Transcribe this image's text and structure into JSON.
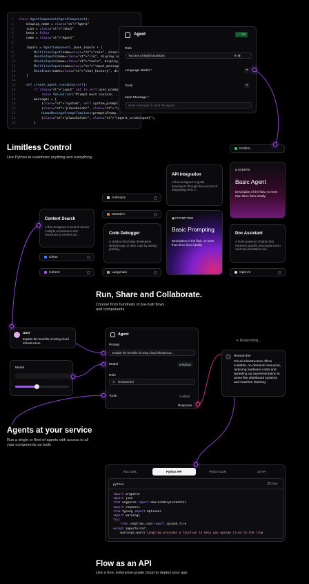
{
  "colors": {
    "accent": "#a855f7",
    "pink": "#ec4899",
    "green": "#22c55e",
    "bg": "#000000"
  },
  "code_card": {
    "lines": [
      [
        "1",
        "class AgentComponent(AgentComponent):"
      ],
      [
        "2",
        "    display_name = \"Agent\""
      ],
      [
        "3",
        "    icon = \"robot\""
      ],
      [
        "4",
        "    beta = False"
      ],
      [
        "5",
        "    name = \"Agent\""
      ],
      [
        "6",
        ""
      ],
      [
        "7",
        "    inputs = AgentComponent._base_inputs + ["
      ],
      [
        "8",
        "        MultilineInput(name=\"role\", display_name=..."
      ],
      [
        "9",
        "        HandleInput(name=\"llm\", display_name=\"Language..."
      ],
      [
        "10",
        "        HandleInput(name=\"tools\", display_name=\"Tools\"..."
      ],
      [
        "11",
        "        MultilineInput(name=\"input_message\", disp..."
      ],
      [
        "12",
        "        DataInput(name=\"chat_history\", display_nam..."
      ],
      [
        "13",
        "    ]"
      ],
      [
        "14",
        ""
      ],
      [
        "15",
        "    def create_agent_runnable(self):"
      ],
      [
        "16",
        "        if \"input\" not in self.user_prompt:"
      ],
      [
        "17",
        "            raise ValueError(\"Prompt must contain..."
      ],
      [
        "18",
        "        messages = ["
      ],
      [
        "19",
        "            (\"system\", self.system_prompt),"
      ],
      [
        "20",
        "            (\"placeholder\", \"{chat_history}\"),"
      ],
      [
        "21",
        "            HumanMessagePromptTemplate(prompt=Promp..."
      ],
      [
        "22",
        "            (\"placeholder\", \"{agent_scratchpad}\"),"
      ],
      [
        "23",
        "        ]"
      ]
    ]
  },
  "agent_card": {
    "title": "Agent",
    "badge": "Llm",
    "role_label": "Role",
    "role_value": "You are a helpful assistant",
    "llm_label": "Language Model *",
    "tools_label": "Tools",
    "input_label": "Input Message *",
    "input_placeholder": "Enter message to send the agent..."
  },
  "nvidia_pill": "NVIDIA",
  "section1": {
    "title": "Limitless Control",
    "subtitle": "Use Python to customize anything and everything"
  },
  "flows": {
    "content_search": {
      "title": "Content Search",
      "desc": "A flow designed to search across multiple repositories and resources to retrieve an..."
    },
    "anthropic": "Anthropic",
    "mistral": "MistralAI",
    "code_debugger": {
      "title": "Code Debugger",
      "desc": "A chatbot that helps developers identify bugs in their code by asking probing..."
    },
    "langchain": "Langchain",
    "api_integration": {
      "title": "API Integration",
      "desc": "A flow designed to guide developers through the process of integrating APIs o..."
    },
    "basic_prompting": {
      "tag": "PROMPTING",
      "title": "Basic Prompting",
      "desc": "Description of the flow, no more than three lines ideally."
    },
    "basic_agent": {
      "tag": "AGENTS",
      "title": "Basic Agent",
      "desc": "Description of the flow, no more than three lines ideally."
    },
    "doc_assistant": {
      "title": "Doc Assistant",
      "desc": "A RAG-powered chatbot that retrieves specific information from vast documentation set..."
    },
    "clean": "Clean",
    "cohere": "Cohere",
    "openai": "OpenAI"
  },
  "section2": {
    "title": "Run, Share and Collaborate.",
    "subtitle": "Choose from hundreds of pre-built flows and components"
  },
  "user_card": {
    "name": "User",
    "message": "Explain the benefits of using cloud infrastructure."
  },
  "model_card": {
    "label": "Model",
    "slider_value": 0.4
  },
  "agent2": {
    "title": "Agent",
    "prompt_label": "Prompt",
    "prompt_value": "Explain the benefits of using cloud infrastructu...",
    "model_label": "Model",
    "model_value": "NVIDIA",
    "role_label": "Role",
    "role_value": "Researcher",
    "tools_label": "Tools",
    "tools_count": "2 added",
    "response_label": "Response"
  },
  "responding": "Responding...",
  "researcher": {
    "name": "Researcher",
    "message": "Cloud infrastructure offers scalable, on-demand resources, reducing hardware costs and speeding up experimentation in areas like distributed systems and machine learning."
  },
  "section3": {
    "title": "Agents at your service",
    "subtitle": "Run a single or fleet of agents with access to all your components as tools"
  },
  "api_card": {
    "tabs": [
      "Run cURL",
      "Python API",
      "Python Code",
      "JS API"
    ],
    "active_tab": 1,
    "lang": "python",
    "copy": "Copy",
    "lines": [
      "import argparse",
      "import json",
      "from argparse import RawTextHelpFormatter",
      "import requests",
      "from typing import Optional",
      "import warnings",
      "try:",
      "    from langflow.load import upload_file",
      "except ImportError:",
      "    warnings.warn(\"Langflow provides a function to help you upload files to the flow"
    ]
  },
  "section4": {
    "title": "Flow as an API",
    "subtitle": "Use a free, enterprise-grade cloud to deploy your app"
  }
}
